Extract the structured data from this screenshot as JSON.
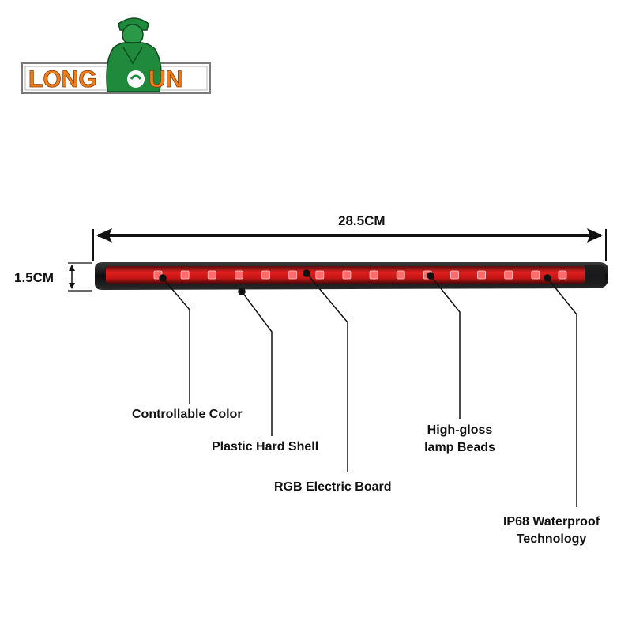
{
  "brand": {
    "name_left": "LONG",
    "name_right": "UN",
    "mascot": "worker-mascot-icon",
    "colors": {
      "orange": "#ef7d1a",
      "green": "#1f8a3c",
      "border": "#7a7a7a"
    }
  },
  "dimensions": {
    "length": "28.5CM",
    "height": "1.5CM"
  },
  "product": {
    "shell_color": "#1a1a1a",
    "light_color": "#e0201e",
    "led_color": "#ff6a6a",
    "led_count": 16
  },
  "callouts": [
    {
      "id": "controllable-color",
      "text": "Controllable Color"
    },
    {
      "id": "plastic-hard-shell",
      "text": "Plastic Hard Shell"
    },
    {
      "id": "rgb-electric-board",
      "text": "RGB Electric Board"
    },
    {
      "id": "high-gloss-lamp-beads",
      "line1": "High-gloss",
      "line2": "lamp Beads"
    },
    {
      "id": "ip68-waterproof",
      "line1": "IP68 Waterproof",
      "line2": "Technology"
    }
  ]
}
